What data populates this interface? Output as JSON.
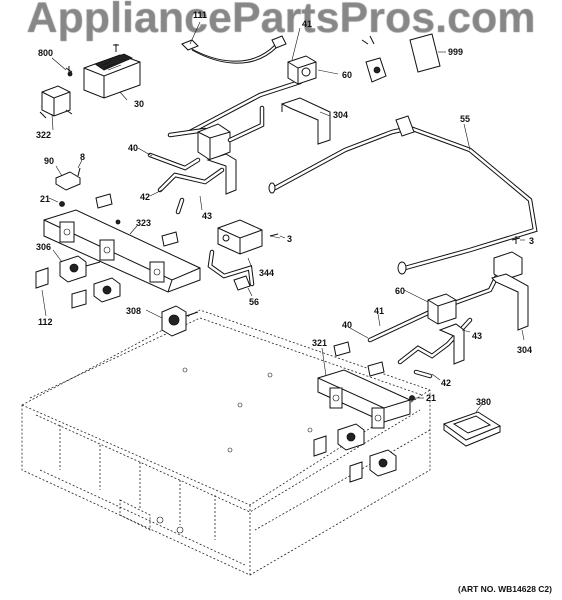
{
  "watermark": "AppliancePartsPros.com",
  "art_number": "(ART NO. WB14628 C2)",
  "callouts": {
    "p800": "800",
    "p111": "111",
    "p41a": "41",
    "p999": "999",
    "p60a": "60",
    "p30": "30",
    "p322": "322",
    "p304a": "304",
    "p55": "55",
    "p40a": "40",
    "p90": "90",
    "p8": "8",
    "p42a": "42",
    "p43a": "43",
    "p21a": "21",
    "p323": "323",
    "p3a": "3",
    "p3b": "3",
    "p306": "306",
    "p344": "344",
    "p112": "112",
    "p56": "56",
    "p60b": "60",
    "p41b": "41",
    "p40b": "40",
    "p308": "308",
    "p43b": "43",
    "p304b": "304",
    "p321": "321",
    "p42b": "42",
    "p21b": "21",
    "p380": "380"
  }
}
